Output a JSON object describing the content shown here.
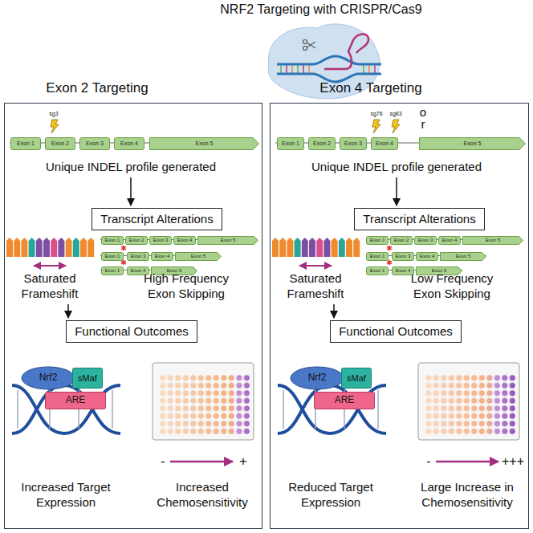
{
  "diagram": {
    "title": "NRF2 Targeting with CRISPR/Cas9",
    "nodes": [
      {
        "text": [
          "Exon 2 Targeting"
        ]
      },
      {
        "text": [
          "Exon 1"
        ],
        "in": 0
      },
      {
        "text": [
          "Exon 2"
        ],
        "in": 0
      },
      {
        "text": [
          "Exon 3"
        ],
        "in": 0
      },
      {
        "text": [
          "Exon 4"
        ],
        "in": 0
      },
      {
        "text": [
          "Exon 5"
        ],
        "in": 0
      },
      {
        "text": [
          "Transcript Alterations"
        ],
        "in": 0
      },
      {
        "text": [
          "Exon 1"
        ],
        "in": 0
      },
      {
        "text": [
          "Exon 2"
        ],
        "in": 0
      },
      {
        "text": [
          "Exon 3"
        ],
        "in": 0
      },
      {
        "text": [
          "Exon 4"
        ],
        "in": 0
      },
      {
        "text": [
          "Exon 5"
        ],
        "in": 0
      },
      {
        "text": [
          "Exon 1"
        ],
        "in": 0
      },
      {
        "text": [
          "Exon 3"
        ],
        "in": 0
      },
      {
        "text": [
          "Exon 4"
        ],
        "in": 0
      },
      {
        "text": [
          "Exon 5"
        ],
        "in": 0
      },
      {
        "text": [
          "Exon 1"
        ],
        "in": 0
      },
      {
        "text": [
          "Exon 4"
        ],
        "in": 0
      },
      {
        "text": [
          "Exon 5"
        ],
        "in": 0
      },
      {
        "text": [
          "Functional Outcomes"
        ],
        "in": 0
      },
      {
        "text": [
          "Nrf2"
        ],
        "in": 0
      },
      {
        "text": [
          "sMaf"
        ],
        "in": 0
      },
      {
        "text": [
          "ARE"
        ],
        "in": 0
      },
      {
        "text": [
          "Exon 4 Targeting"
        ]
      },
      {
        "text": [
          "Exon 1"
        ],
        "in": 23
      },
      {
        "text": [
          "Exon 2"
        ],
        "in": 23
      },
      {
        "text": [
          "Exon 3"
        ],
        "in": 23
      },
      {
        "text": [
          "Exon 4"
        ],
        "in": 23
      },
      {
        "text": [
          "Exon 5"
        ],
        "in": 23
      },
      {
        "text": [
          "Transcript Alterations"
        ],
        "in": 23
      },
      {
        "text": [
          "Exon 1"
        ],
        "in": 23
      },
      {
        "text": [
          "Exon 2"
        ],
        "in": 23
      },
      {
        "text": [
          "Exon 3"
        ],
        "in": 23
      },
      {
        "text": [
          "Exon 4"
        ],
        "in": 23
      },
      {
        "text": [
          "Exon 5"
        ],
        "in": 23
      },
      {
        "text": [
          "Exon 1"
        ],
        "in": 23
      },
      {
        "text": [
          "Exon 3"
        ],
        "in": 23
      },
      {
        "text": [
          "Exon 4"
        ],
        "in": 23
      },
      {
        "text": [
          "Exon 5"
        ],
        "in": 23
      },
      {
        "text": [
          "Exon 1"
        ],
        "in": 23
      },
      {
        "text": [
          "Exon 4"
        ],
        "in": 23
      },
      {
        "text": [
          "Exon 5"
        ],
        "in": 23
      },
      {
        "text": [
          "Functional Outcomes"
        ],
        "in": 23
      },
      {
        "text": [
          "Nrf2"
        ],
        "in": 23
      },
      {
        "text": [
          "sMaf"
        ],
        "in": 23
      },
      {
        "text": [
          "ARE"
        ],
        "in": 23
      }
    ],
    "labels": [
      "sg3",
      "Unique INDEL profile generated",
      "Saturated Frameshift",
      "High Frequency Exon Skipping",
      "-",
      "+",
      "Increased Target Expression",
      "Increased Chemosensitivity",
      "sg76",
      "sg83",
      "o",
      "r",
      "Unique INDEL profile generated",
      "Saturated Frameshift",
      "Low Frequency Exon Skipping",
      "-",
      "+++",
      "Reduced Target Expression",
      "Large Increase in Chemosensitivity"
    ]
  }
}
